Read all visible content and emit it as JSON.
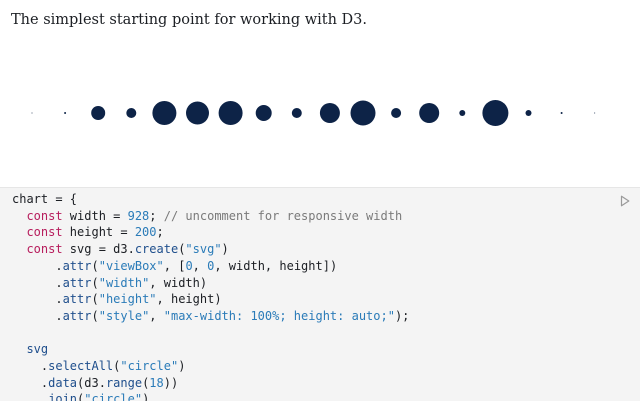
{
  "intro": {
    "text": "The simplest starting point for working with D3."
  },
  "chart_data": {
    "type": "scatter",
    "description_free": true,
    "x": [
      0,
      1,
      2,
      3,
      4,
      5,
      6,
      7,
      8,
      9,
      10,
      11,
      12,
      13,
      14,
      15,
      16,
      17
    ],
    "radii": [
      0.5,
      1,
      7,
      5,
      12,
      11.5,
      12,
      8,
      5,
      10,
      12.5,
      5,
      10,
      3,
      13,
      3,
      1,
      0.5
    ],
    "fill": "#0d2347",
    "title": "",
    "xlabel": "",
    "ylabel": ""
  },
  "code": {
    "lines": [
      [
        [
          "chart = {",
          ""
        ]
      ],
      [
        [
          "  ",
          ""
        ],
        [
          "const",
          "kw"
        ],
        [
          " width = ",
          ""
        ],
        [
          "928",
          "num"
        ],
        [
          "; ",
          ""
        ],
        [
          "// uncomment for responsive width",
          "cmt"
        ]
      ],
      [
        [
          "  ",
          ""
        ],
        [
          "const",
          "kw"
        ],
        [
          " height = ",
          ""
        ],
        [
          "200",
          "num"
        ],
        [
          ";",
          ""
        ]
      ],
      [
        [
          "  ",
          ""
        ],
        [
          "const",
          "kw"
        ],
        [
          " svg = d3.",
          ""
        ],
        [
          "create",
          "fn"
        ],
        [
          "(",
          ""
        ],
        [
          "\"svg\"",
          "str"
        ],
        [
          ")",
          ""
        ]
      ],
      [
        [
          "      .",
          ""
        ],
        [
          "attr",
          "fn"
        ],
        [
          "(",
          ""
        ],
        [
          "\"viewBox\"",
          "str"
        ],
        [
          ", [",
          ""
        ],
        [
          "0",
          "num"
        ],
        [
          ", ",
          ""
        ],
        [
          "0",
          "num"
        ],
        [
          ", width, height])",
          ""
        ]
      ],
      [
        [
          "      .",
          ""
        ],
        [
          "attr",
          "fn"
        ],
        [
          "(",
          ""
        ],
        [
          "\"width\"",
          "str"
        ],
        [
          ", width)",
          ""
        ]
      ],
      [
        [
          "      .",
          ""
        ],
        [
          "attr",
          "fn"
        ],
        [
          "(",
          ""
        ],
        [
          "\"height\"",
          "str"
        ],
        [
          ", height)",
          ""
        ]
      ],
      [
        [
          "      .",
          ""
        ],
        [
          "attr",
          "fn"
        ],
        [
          "(",
          ""
        ],
        [
          "\"style\"",
          "str"
        ],
        [
          ", ",
          ""
        ],
        [
          "\"max-width: 100%; height: auto;\"",
          "str"
        ],
        [
          ");",
          ""
        ]
      ],
      [
        [
          "",
          ""
        ]
      ],
      [
        [
          "  svg",
          "var"
        ]
      ],
      [
        [
          "    .",
          ""
        ],
        [
          "selectAll",
          "fn"
        ],
        [
          "(",
          ""
        ],
        [
          "\"circle\"",
          "str"
        ],
        [
          ")",
          ""
        ]
      ],
      [
        [
          "    .",
          ""
        ],
        [
          "data",
          "fn"
        ],
        [
          "(d3.",
          ""
        ],
        [
          "range",
          "fn"
        ],
        [
          "(",
          ""
        ],
        [
          "18",
          "num"
        ],
        [
          "))",
          ""
        ]
      ],
      [
        [
          "    .",
          ""
        ],
        [
          "join",
          "fn"
        ],
        [
          "(",
          ""
        ],
        [
          "\"circle\"",
          "str"
        ],
        [
          ")",
          ""
        ]
      ]
    ]
  },
  "icons": {
    "run": "play-outline-icon"
  }
}
